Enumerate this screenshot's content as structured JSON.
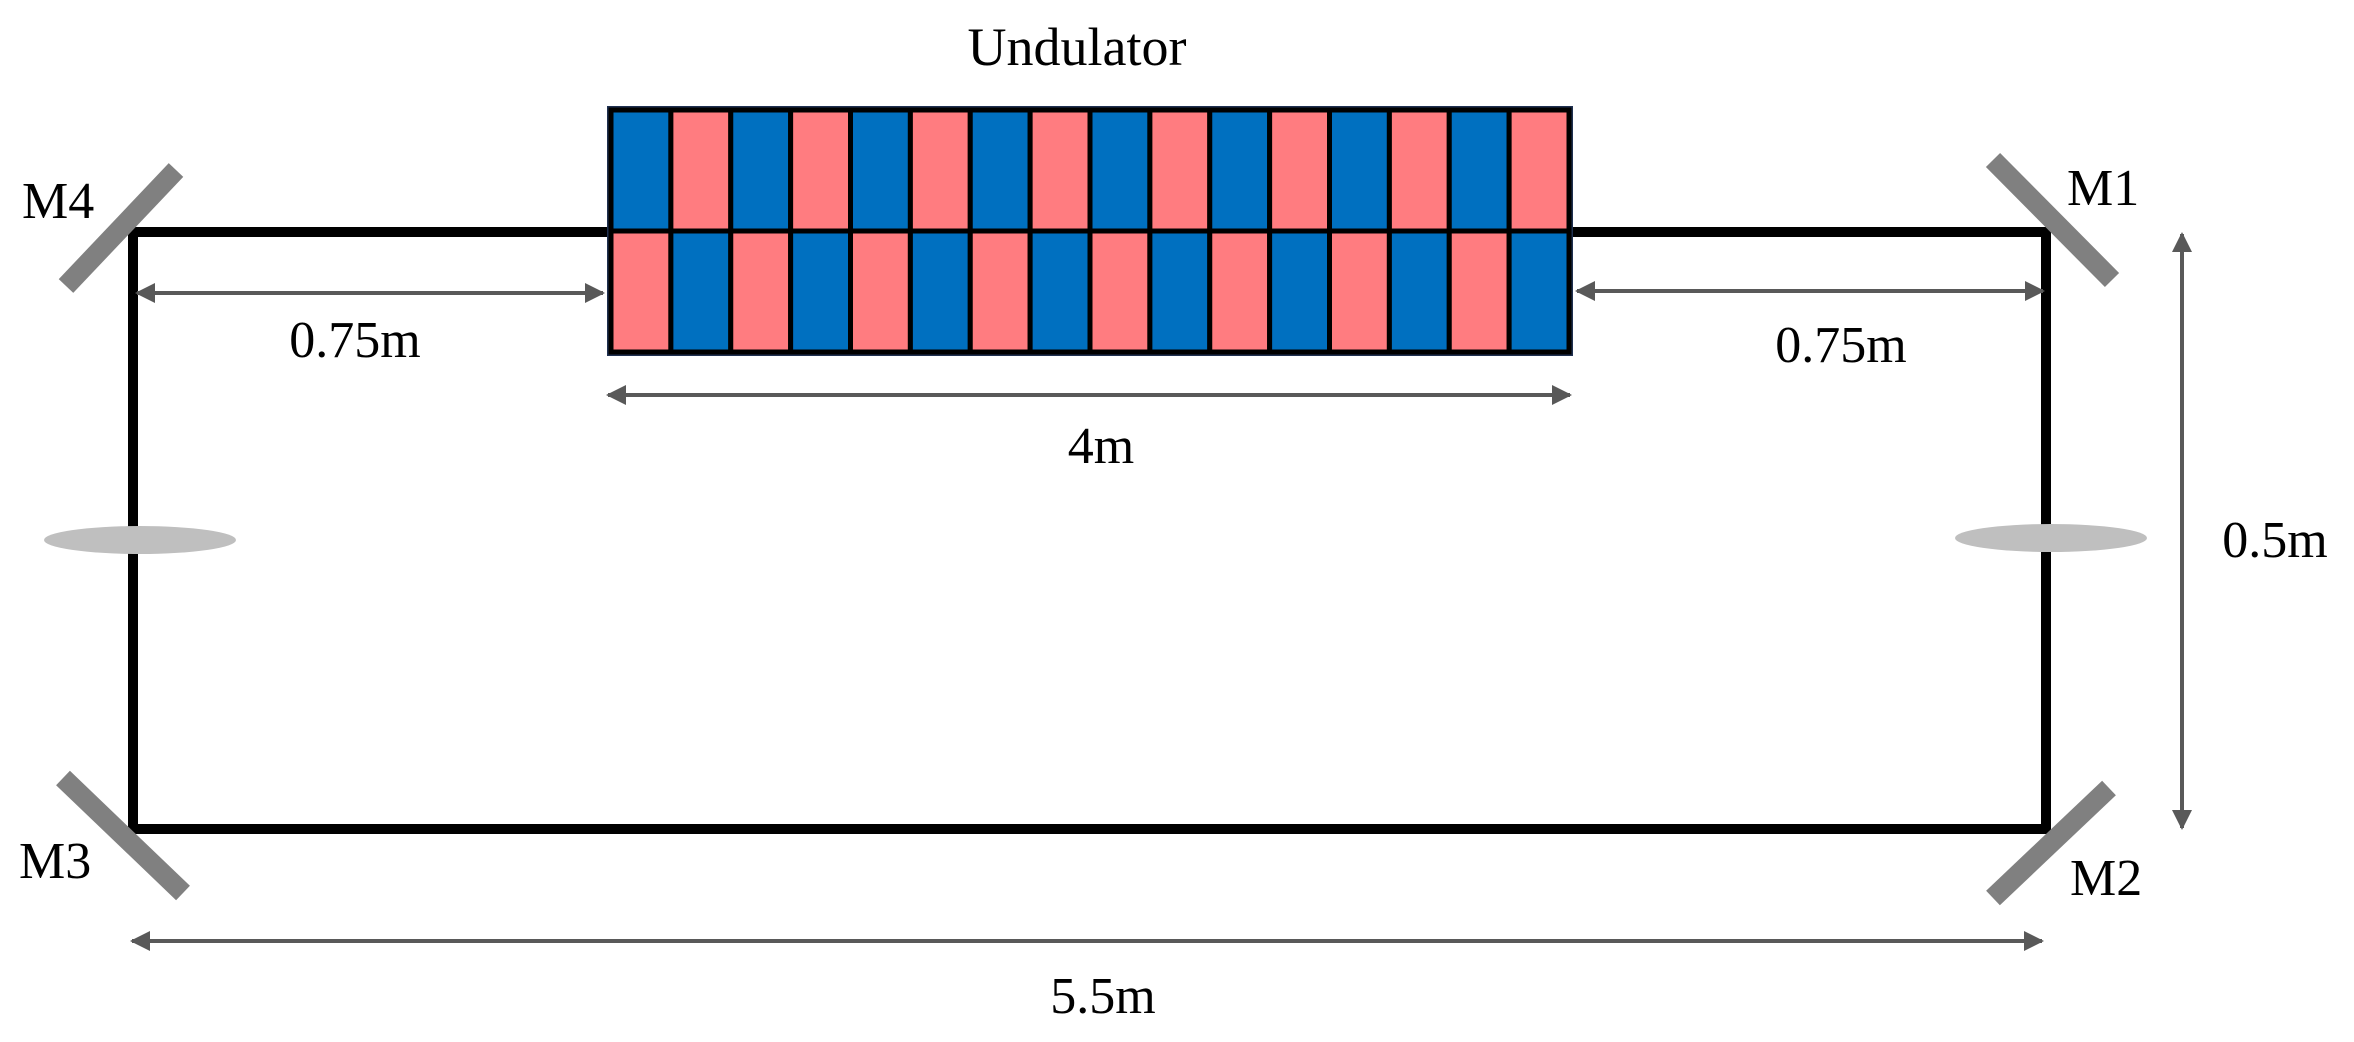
{
  "title": "Undulator",
  "colors": {
    "magnet_blue": "#0070C0",
    "magnet_pink": "#FF7C80",
    "undulator_border": "#1F3050",
    "cavity_line": "#000000",
    "mirror": "#808080",
    "lens": "#BFBFBF",
    "dimension_arrow": "#595959"
  },
  "mirrors": [
    {
      "id": "M1",
      "label": "M1",
      "position": "top-right"
    },
    {
      "id": "M2",
      "label": "M2",
      "position": "bottom-right"
    },
    {
      "id": "M3",
      "label": "M3",
      "position": "bottom-left"
    },
    {
      "id": "M4",
      "label": "M4",
      "position": "top-left"
    }
  ],
  "lenses": [
    {
      "position": "left-wall"
    },
    {
      "position": "right-wall"
    }
  ],
  "undulator": {
    "label": "Undulator",
    "columns": 16,
    "top_row_start": "blue",
    "bottom_row_start": "pink"
  },
  "dimensions": {
    "left_gap": "0.75m",
    "right_gap": "0.75m",
    "undulator_length": "4m",
    "cavity_length": "5.5m",
    "cavity_height": "0.5m"
  }
}
